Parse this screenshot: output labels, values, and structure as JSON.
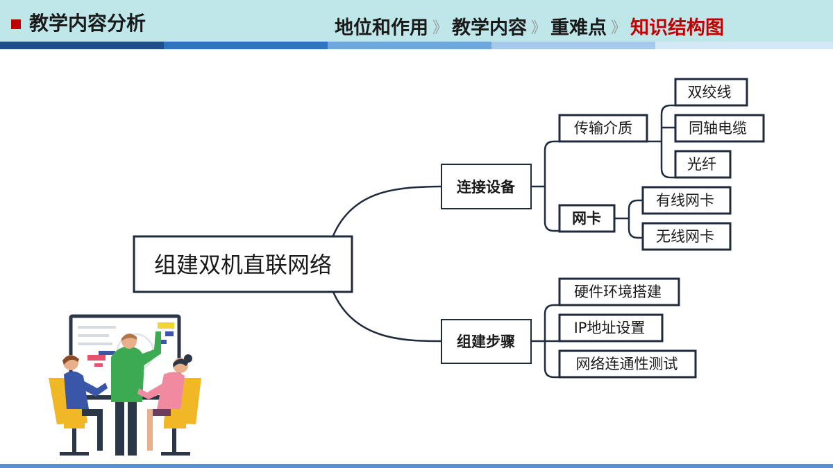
{
  "header": {
    "title": "教学内容分析",
    "nav": [
      {
        "label": "地位和作用",
        "active": false
      },
      {
        "label": "教学内容",
        "active": false
      },
      {
        "label": "重难点",
        "active": false
      },
      {
        "label": "知识结构图",
        "active": true
      }
    ],
    "separator": "》"
  },
  "colors": {
    "header_bg": "#bfe7e9",
    "accent_red": "#c00000",
    "stripe": [
      "#1e4e8c",
      "#2f74c0",
      "#6ea8dc",
      "#a6c8ea",
      "#d3e7f5"
    ],
    "node_border": "#1f2a3c"
  },
  "mindmap": {
    "root": "组建双机直联网络",
    "connect": {
      "label": "连接设备",
      "media": {
        "label": "传输介质",
        "items": [
          "双绞线",
          "同轴电缆",
          "光纤"
        ]
      },
      "nic": {
        "label": "网卡",
        "items": [
          "有线网卡",
          "无线网卡"
        ]
      }
    },
    "steps": {
      "label": "组建步骤",
      "items": [
        "硬件环境搭建",
        "IP地址设置",
        "网络连通性测试"
      ]
    }
  },
  "illustration": {
    "name": "team-meeting-illustration"
  }
}
